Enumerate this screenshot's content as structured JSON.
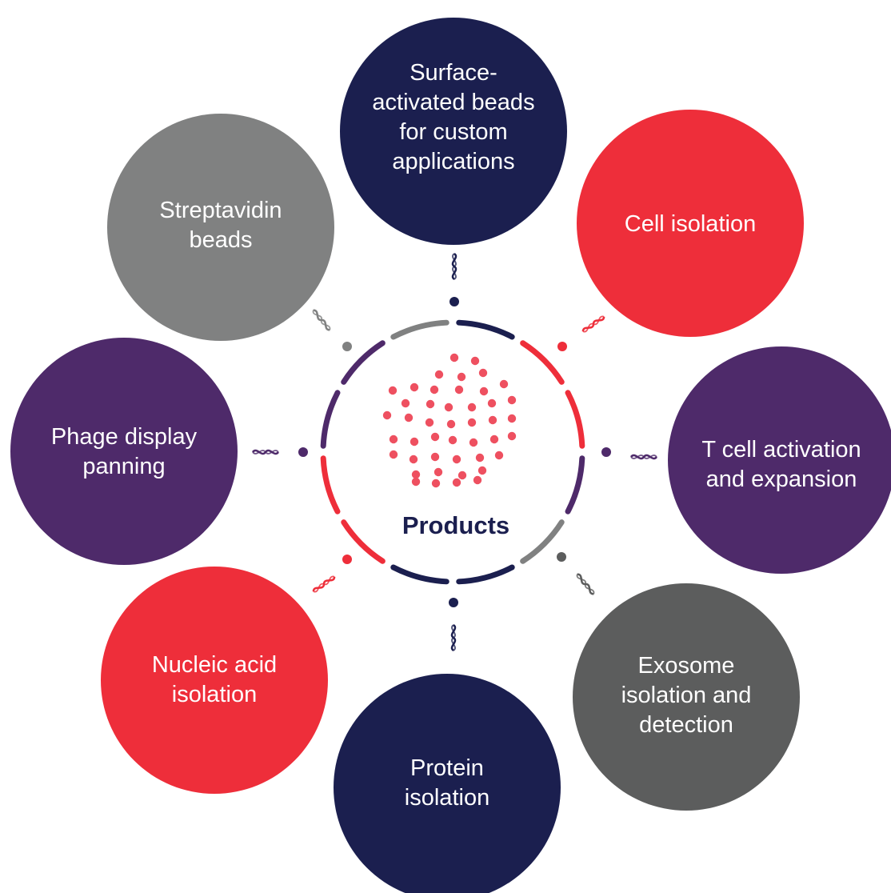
{
  "center": {
    "label": "Products",
    "label_color": "#1b1f4f",
    "particle_color": "#ee5060"
  },
  "colors": {
    "navy": "#1b1f4f",
    "red": "#ee2e3a",
    "purple": "#4e2a6a",
    "gray_light": "#808181",
    "gray_dark": "#5c5d5d"
  },
  "nodes": [
    {
      "key": "surface",
      "lines": [
        "Surface-",
        "activated beads",
        "for custom",
        "applications"
      ],
      "color": "#1b1f4f",
      "icon": "dna-strand-icon"
    },
    {
      "key": "cell",
      "lines": [
        "Cell isolation"
      ],
      "color": "#ee2e3a",
      "icon": "dna-strand-icon"
    },
    {
      "key": "tcell",
      "lines": [
        "T cell activation",
        "and expansion"
      ],
      "color": "#4e2a6a",
      "icon": "dna-strand-icon"
    },
    {
      "key": "exosome",
      "lines": [
        "Exosome",
        "isolation and",
        "detection"
      ],
      "color": "#5c5d5d",
      "icon": "dna-strand-icon"
    },
    {
      "key": "protein",
      "lines": [
        "Protein",
        "isolation"
      ],
      "color": "#1b1f4f",
      "icon": "dna-strand-icon"
    },
    {
      "key": "nucleic",
      "lines": [
        "Nucleic acid",
        "isolation"
      ],
      "color": "#ee2e3a",
      "icon": "dna-strand-icon"
    },
    {
      "key": "phage",
      "lines": [
        "Phage display",
        "panning"
      ],
      "color": "#4e2a6a",
      "icon": "dna-strand-icon"
    },
    {
      "key": "strep",
      "lines": [
        "Streptavidin",
        "beads"
      ],
      "color": "#808181",
      "icon": "dna-strand-icon"
    }
  ],
  "ring_arcs": [
    {
      "color": "#1b1f4f"
    },
    {
      "color": "#ee2e3a"
    },
    {
      "color": "#ee2e3a"
    },
    {
      "color": "#4e2a6a"
    },
    {
      "color": "#808181"
    },
    {
      "color": "#1b1f4f"
    },
    {
      "color": "#1b1f4f"
    },
    {
      "color": "#ee2e3a"
    },
    {
      "color": "#ee2e3a"
    },
    {
      "color": "#4e2a6a"
    },
    {
      "color": "#4e2a6a"
    },
    {
      "color": "#808181"
    }
  ]
}
